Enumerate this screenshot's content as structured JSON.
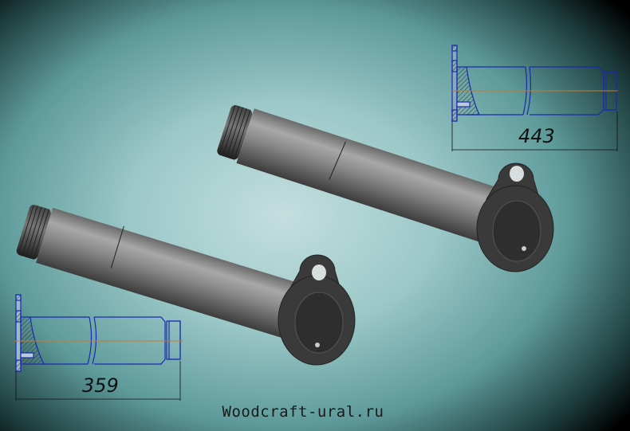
{
  "watermark": "Woodcraft-ural.ru",
  "drawings": [
    {
      "name": "long-axle",
      "dimension": "443"
    },
    {
      "name": "short-axle",
      "dimension": "359"
    }
  ],
  "colors": {
    "line": "#1a2ab0",
    "axis": "#c87a30",
    "body": "#7a7a7a",
    "flange": "#3a3a3a"
  }
}
